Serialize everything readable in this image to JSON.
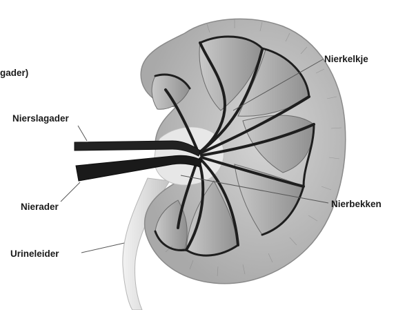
{
  "labels": {
    "truncated_left": "gader)",
    "renal_artery": "Nierslagader",
    "renal_vein": "Nierader",
    "ureter": "Urineleider",
    "calyx": "Nierkelkje",
    "pelvis": "Nierbekken"
  },
  "colors": {
    "cortex": "#bdbdbd",
    "medulla": "#a0a0a0",
    "capsule": "#8a8a8a",
    "vessel": "#1e1e1e",
    "pelvis": "#e6e6e6",
    "ureter": "#dddddd",
    "label_text": "#1a1a1a"
  }
}
